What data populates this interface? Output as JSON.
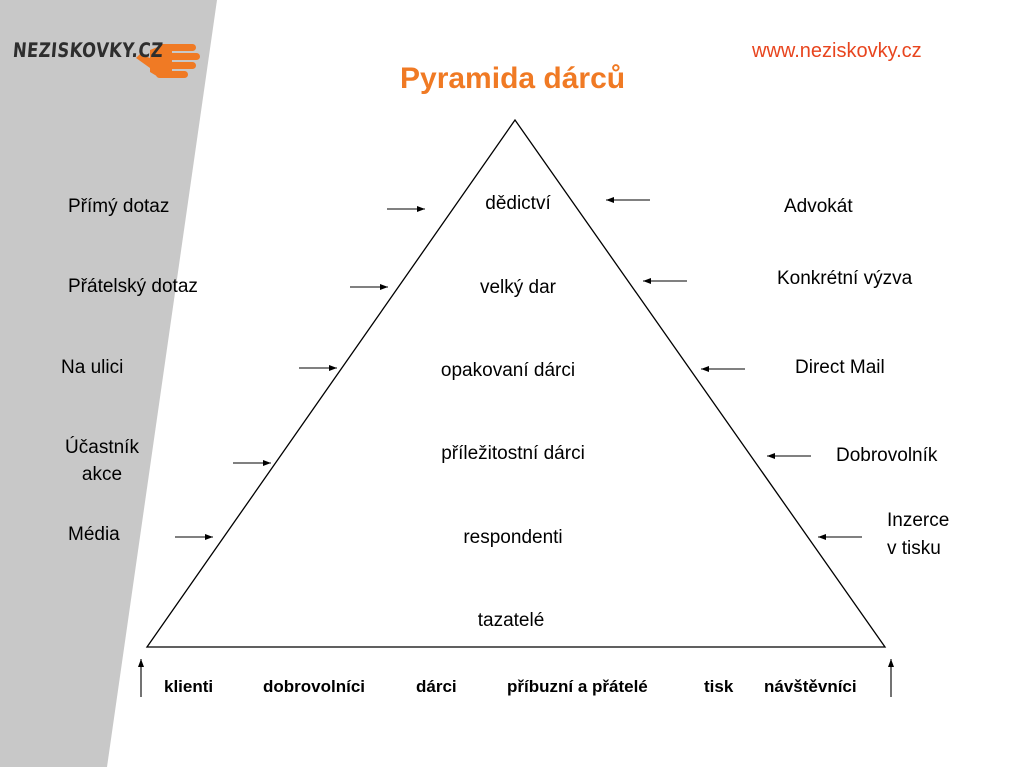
{
  "logo": {
    "text": "NEZISKOVKY.CZ"
  },
  "url": "www.neziskovky.cz",
  "title": "Pyramida dárců",
  "pyramid_levels": [
    "dědictví",
    "velký dar",
    "opakovaní dárci",
    "příležitostní dárci",
    "respondenti",
    "tazatelé"
  ],
  "left_sources": [
    "Přímý dotaz",
    "Přátelský dotaz",
    "Na ulici",
    "Účastník",
    "akce",
    "Média"
  ],
  "right_sources": [
    "Advokát",
    "Konkrétní výzva",
    "Direct Mail",
    "Dobrovolník",
    "Inzerce",
    "v tisku"
  ],
  "base_groups": [
    "klienti",
    "dobrovolníci",
    "dárci",
    "příbuzní a přátelé",
    "tisk",
    "návštěvníci"
  ],
  "colors": {
    "title": "#f07a24",
    "url": "#e8451e",
    "sidebar": "#c8c8c8",
    "hand": "#f07a24"
  }
}
